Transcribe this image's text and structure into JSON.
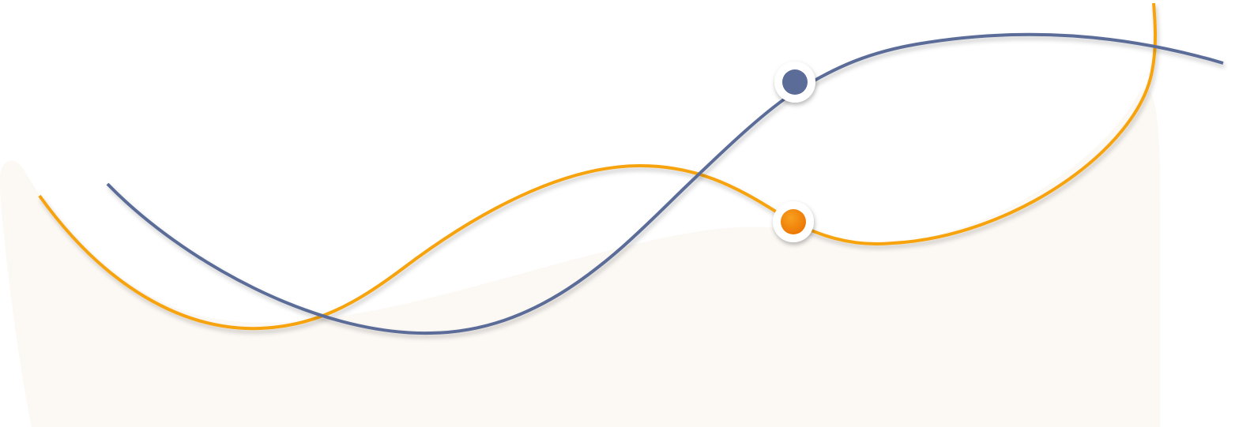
{
  "colors": {
    "background": "#ffffff",
    "backdrop": "#fcf8f4",
    "orange_line": "#f7a30c",
    "orange_marker": "#f07c00",
    "blue_line": "#5a6c97",
    "blue_marker": "#5a6c97",
    "marker_ring": "#ffffff"
  },
  "decoration": {
    "backdrop_shape": "soft-blob",
    "curves": [
      {
        "name": "orange-curve",
        "color": "orange",
        "marker": "orange-marker"
      },
      {
        "name": "blue-curve",
        "color": "blue",
        "marker": "blue-marker"
      }
    ],
    "marker_style": "filled-dot-with-white-ring",
    "shadow": true
  }
}
